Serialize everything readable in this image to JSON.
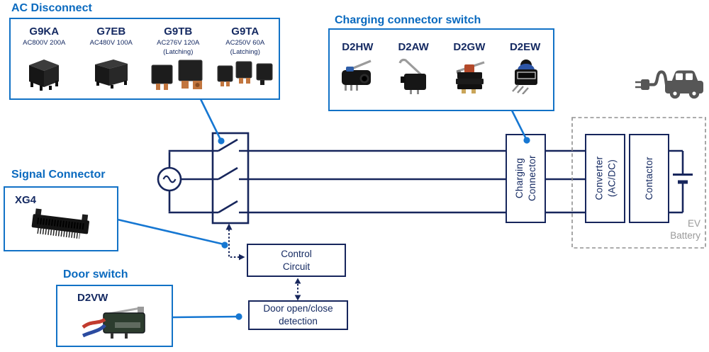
{
  "colors": {
    "accent_blue": "#0a6abf",
    "box_border_blue": "#1272c6",
    "callout_blue": "#1677d2",
    "circuit_navy": "#17265c",
    "dashed_gray": "#909090",
    "battery_label_gray": "#9a9a9a"
  },
  "sections": {
    "ac_disconnect": {
      "title": "AC Disconnect",
      "products": [
        {
          "name": "G9KA",
          "spec": "AC800V 200A"
        },
        {
          "name": "G7EB",
          "spec": "AC480V 100A"
        },
        {
          "name": "G9TB",
          "spec": "AC276V 120A",
          "spec2": "(Latching)"
        },
        {
          "name": "G9TA",
          "spec": "AC250V 60A",
          "spec2": "(Latching)"
        }
      ]
    },
    "charging_connector_switch": {
      "title": "Charging connector switch",
      "products": [
        {
          "name": "D2HW"
        },
        {
          "name": "D2AW"
        },
        {
          "name": "D2GW"
        },
        {
          "name": "D2EW"
        }
      ]
    },
    "signal_connector": {
      "title": "Signal Connector",
      "products": [
        {
          "name": "XG4"
        }
      ]
    },
    "door_switch": {
      "title": "Door switch",
      "products": [
        {
          "name": "D2VW"
        }
      ]
    }
  },
  "diagram": {
    "charging_connector": {
      "line1": "Charging",
      "line2": "Connector"
    },
    "converter": {
      "line1": "Converter",
      "line2": "(AC/DC)"
    },
    "contactor": {
      "label": "Contactor"
    },
    "control_circuit": {
      "line1": "Control",
      "line2": "Circuit"
    },
    "door_detection": {
      "line1": "Door open/close",
      "line2": "detection"
    },
    "ev_battery": {
      "line1": "EV",
      "line2": "Battery"
    }
  }
}
